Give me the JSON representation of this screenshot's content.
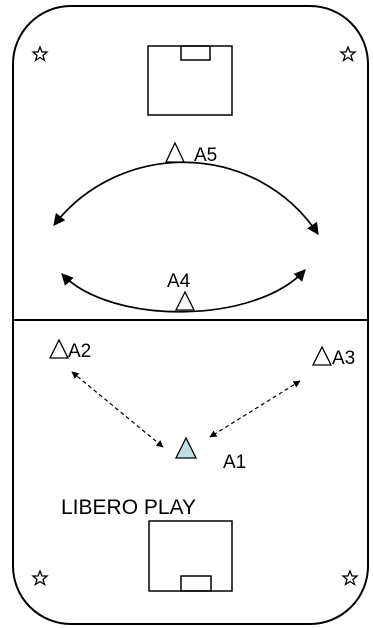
{
  "caption": "LIBERO PLAY",
  "players": {
    "a1": "A1",
    "a2": "A2",
    "a3": "A3",
    "a4": "A4",
    "a5": "A5"
  },
  "colors": {
    "line": "#000000",
    "field_bg": "#ffffff",
    "a1_fill": "#bfe0e6"
  },
  "icons": {
    "corner_marker": "star-outline-icon",
    "player": "triangle-icon"
  }
}
